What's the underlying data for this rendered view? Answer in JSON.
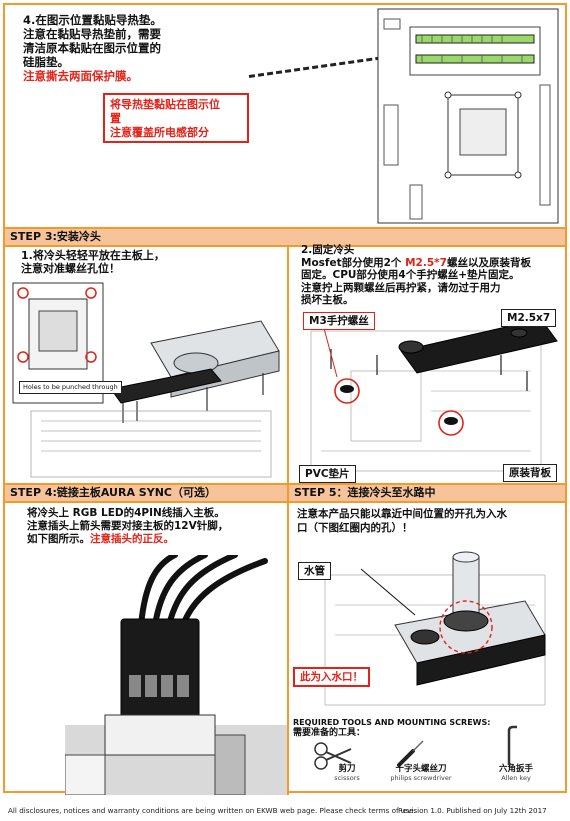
{
  "top": {
    "title": "4.在图示位置黏贴导热垫。",
    "lines": [
      "注意在黏贴导热垫前，需要",
      "清洁原本黏贴在图示位置的",
      "硅脂垫。"
    ],
    "warn": "注意撕去两面保护膜。",
    "box_line1": "将导热垫黏贴在图示位",
    "box_line2": "置",
    "box_line3": "注意覆盖所电感部分"
  },
  "step3": {
    "bar": "STEP 3:安装冷头",
    "left_line1": "1.将冷头轻轻平放在主板上，",
    "left_line2": "注意对准螺丝孔位！",
    "holes_label": "Holes to be punched through",
    "right_title": "2.固定冷头",
    "right_line1_a": "Mosfet部分使用2个 ",
    "right_line1_b": "M2.5*7",
    "right_line1_c": "螺丝以及原装背板",
    "right_line2": "固定。CPU部分使用4个手拧螺丝+垫片固定。",
    "right_line3": "注意拧上两颗螺丝后再拧紧，请勿过于用力",
    "right_line4": "损坏主板。",
    "tag_m3": "M3手拧螺丝",
    "tag_m25": "M2.5x7",
    "tag_pvc": "PVC垫片",
    "tag_back": "原装背板"
  },
  "step4": {
    "bar": "STEP 4:链接主板AURA SYNC（可选）",
    "line1": "将冷头上 RGB LED的4PIN线插入主板。",
    "line2": "注意插头上箭头需要对接主板的12V针脚，",
    "line3_a": "如下图所示。",
    "line3_b": "注意插头的正反。"
  },
  "step5": {
    "bar": "STEP 5：连接冷头至水路中",
    "line1": "注意本产品只能以靠近中间位置的开孔为入水",
    "line2": "口（下图红圈内的孔）！",
    "tag_pipe": "水管",
    "tag_inlet": "此为入水口！"
  },
  "tools": {
    "title_en": "REQUIRED TOOLS AND MOUNTING SCREWS:",
    "title_cn": "需要准备的工具：",
    "items": [
      {
        "cn": "剪刀",
        "en": "scissors"
      },
      {
        "cn": "十字头螺丝刀",
        "en": "philips screwdriver"
      },
      {
        "cn": "六角扳手",
        "en": "Allen key"
      }
    ]
  },
  "footer": {
    "left": "All disclosures, notices and warranty conditions are being written on EKWB web page.  Please check terms of use.",
    "right": "Revision 1.0. Published on July 12th 2017"
  },
  "colors": {
    "accent": "#f39a2c",
    "bar": "#f7c39a",
    "warn": "#e2231a",
    "pad": "#9bd86a"
  }
}
